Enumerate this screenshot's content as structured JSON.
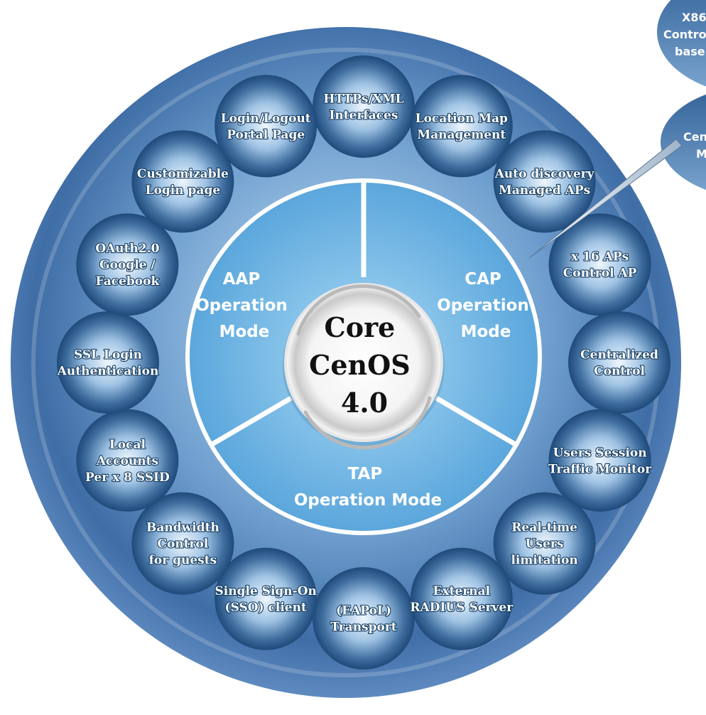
{
  "core": {
    "lines": [
      "Core",
      "CenOS",
      "4.0"
    ]
  },
  "modes": [
    {
      "id": "aap",
      "lines": [
        "AAP",
        "Operation",
        "Mode"
      ]
    },
    {
      "id": "cap",
      "lines": [
        "CAP",
        "Operation",
        "Mode"
      ]
    },
    {
      "id": "tap",
      "lines": [
        "TAP",
        "Operation Mode"
      ]
    }
  ],
  "features": [
    {
      "lines": [
        "HTTPs/XML",
        "Interfaces"
      ]
    },
    {
      "lines": [
        "Location Map",
        "Management"
      ]
    },
    {
      "lines": [
        "Auto discovery",
        "Managed APs"
      ]
    },
    {
      "lines": [
        "x 16 APs",
        "Control AP"
      ]
    },
    {
      "lines": [
        "Centralized",
        "Control"
      ]
    },
    {
      "lines": [
        "Users Session",
        "Traffic Monitor"
      ]
    },
    {
      "lines": [
        "Real-time",
        "Users",
        "limitation"
      ]
    },
    {
      "lines": [
        "External",
        "RADIUS Server"
      ]
    },
    {
      "lines": [
        "(EAPoL)",
        "Transport"
      ]
    },
    {
      "lines": [
        "Single Sign-On",
        "(SSO) client"
      ]
    },
    {
      "lines": [
        "Bandwidth",
        "Control",
        "for guests"
      ]
    },
    {
      "lines": [
        "Local",
        "Accounts",
        "Per x 8 SSID"
      ]
    },
    {
      "lines": [
        "SSL Login",
        "Authentication"
      ]
    },
    {
      "lines": [
        "OAuth2.0",
        "Google /",
        "Facebook"
      ]
    },
    {
      "lines": [
        "Customizable",
        "Login page"
      ]
    },
    {
      "lines": [
        "Login/Logout",
        "Portal Page"
      ]
    }
  ],
  "corner": {
    "top_lines": [
      "X86",
      "Contro",
      "base"
    ],
    "bottom_lines": [
      "Cen",
      "M"
    ]
  }
}
